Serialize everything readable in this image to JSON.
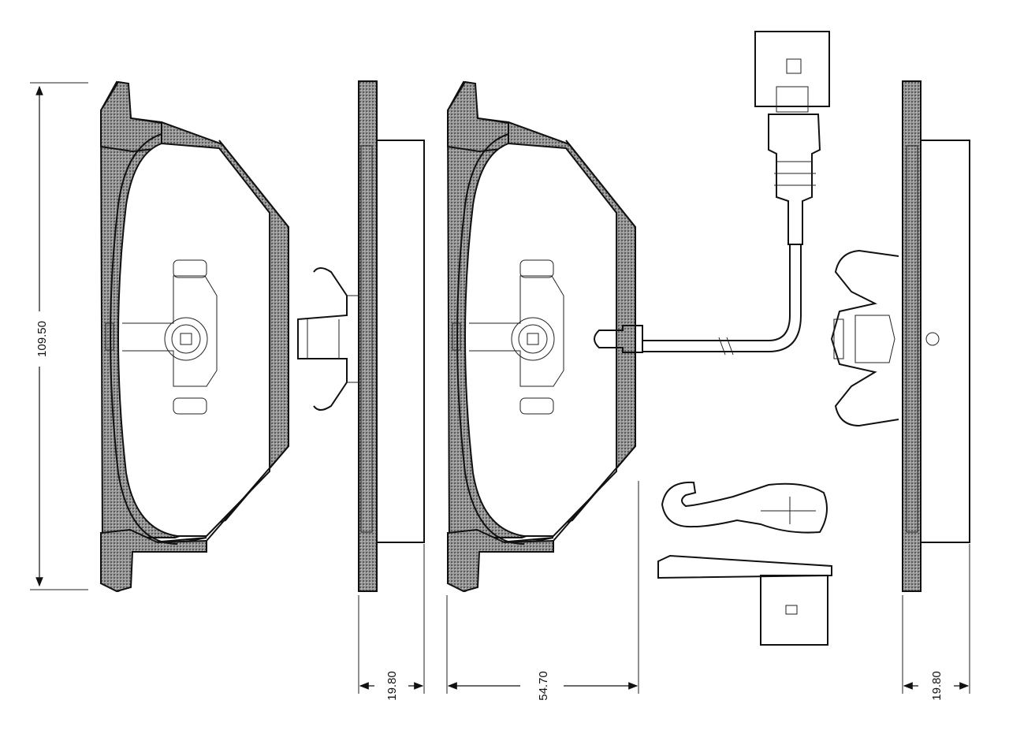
{
  "drawing": {
    "dimensions": {
      "height": "109.50",
      "thickness_left": "19.80",
      "width": "54.70",
      "thickness_right": "19.80"
    }
  }
}
